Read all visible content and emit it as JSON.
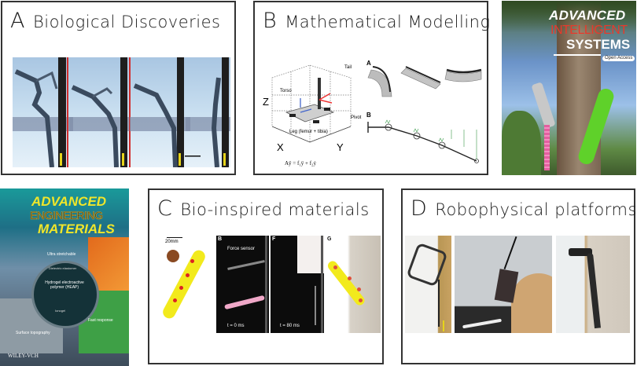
{
  "panels": {
    "a": {
      "letter": "A",
      "title": "Biological Discoveries"
    },
    "b": {
      "letter": "B",
      "title": "Mathematical Modelling",
      "fig_left": {
        "axis_z": "Z",
        "axis_x": "X",
        "axis_y": "Y",
        "tail": "Tail",
        "torso": "Torso",
        "pivot": "Pivot",
        "leg": "Leg (femur + tibia)",
        "equation": "Aÿ = f₁ÿ + f₂ẏ"
      },
      "fig_right": {
        "label_a": "A",
        "label_b": "B"
      }
    },
    "c": {
      "letter": "C",
      "title": "Bio-inspired materials",
      "scale": "20mm",
      "sub_b": "B",
      "sub_f": "F",
      "sub_g": "G",
      "force_sensor": "Force sensor",
      "time_0": "t =  0 ms",
      "time_80": "t =  80 ms"
    },
    "d": {
      "letter": "D",
      "title": "Robophysical platforms"
    }
  },
  "covers": {
    "ais": {
      "line1": "ADVANCED",
      "line2": "INTELLIGENT",
      "line3": "SYSTEMS",
      "badge": "Open Access"
    },
    "aem": {
      "line1": "ADVANCED",
      "line2": "ENGINEERING",
      "line3": "MATERIALS",
      "publisher": "WILEY-VCH",
      "ring_top": "Ultra stretchable",
      "ring_center": "Hydrogel electroactive polymer (HEAP)",
      "ring_bottom": "Surface topography",
      "ring_right": "Fast response",
      "inner_top": "Dielectric elastomer",
      "inner_bottom": "Ionogel"
    }
  },
  "colors": {
    "ais_red": "#e8392b",
    "aem_yellow": "#f0e62a",
    "gecko_green": "#5fd12a",
    "lizard_yellow": "#f2ea1c",
    "pink": "#f0a8c8"
  }
}
